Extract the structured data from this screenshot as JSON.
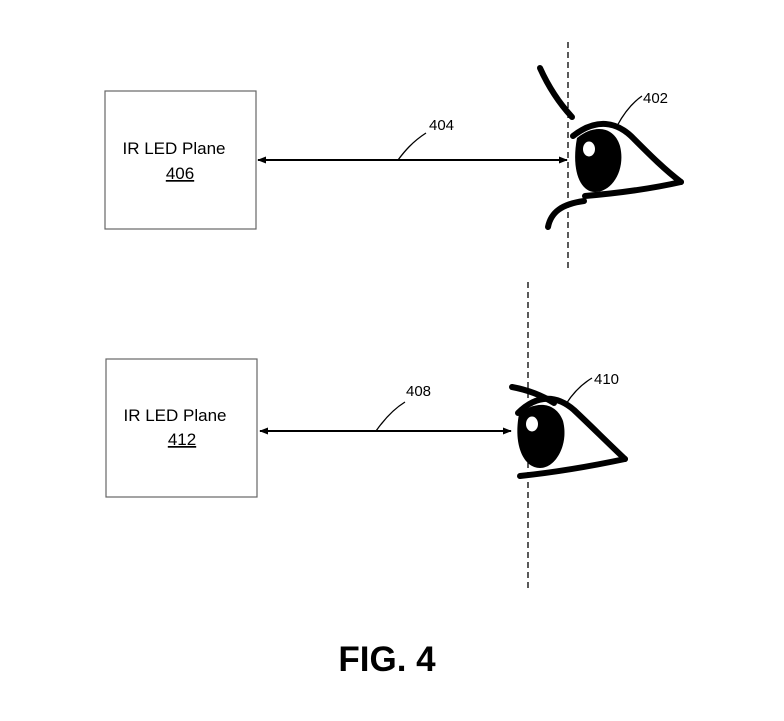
{
  "upper": {
    "box_title": "IR LED Plane",
    "box_ref": "406",
    "distance_ref": "404",
    "eye_ref": "402"
  },
  "lower": {
    "box_title": "IR LED Plane",
    "box_ref": "412",
    "distance_ref": "408",
    "eye_ref": "410"
  },
  "caption": "FIG. 4"
}
